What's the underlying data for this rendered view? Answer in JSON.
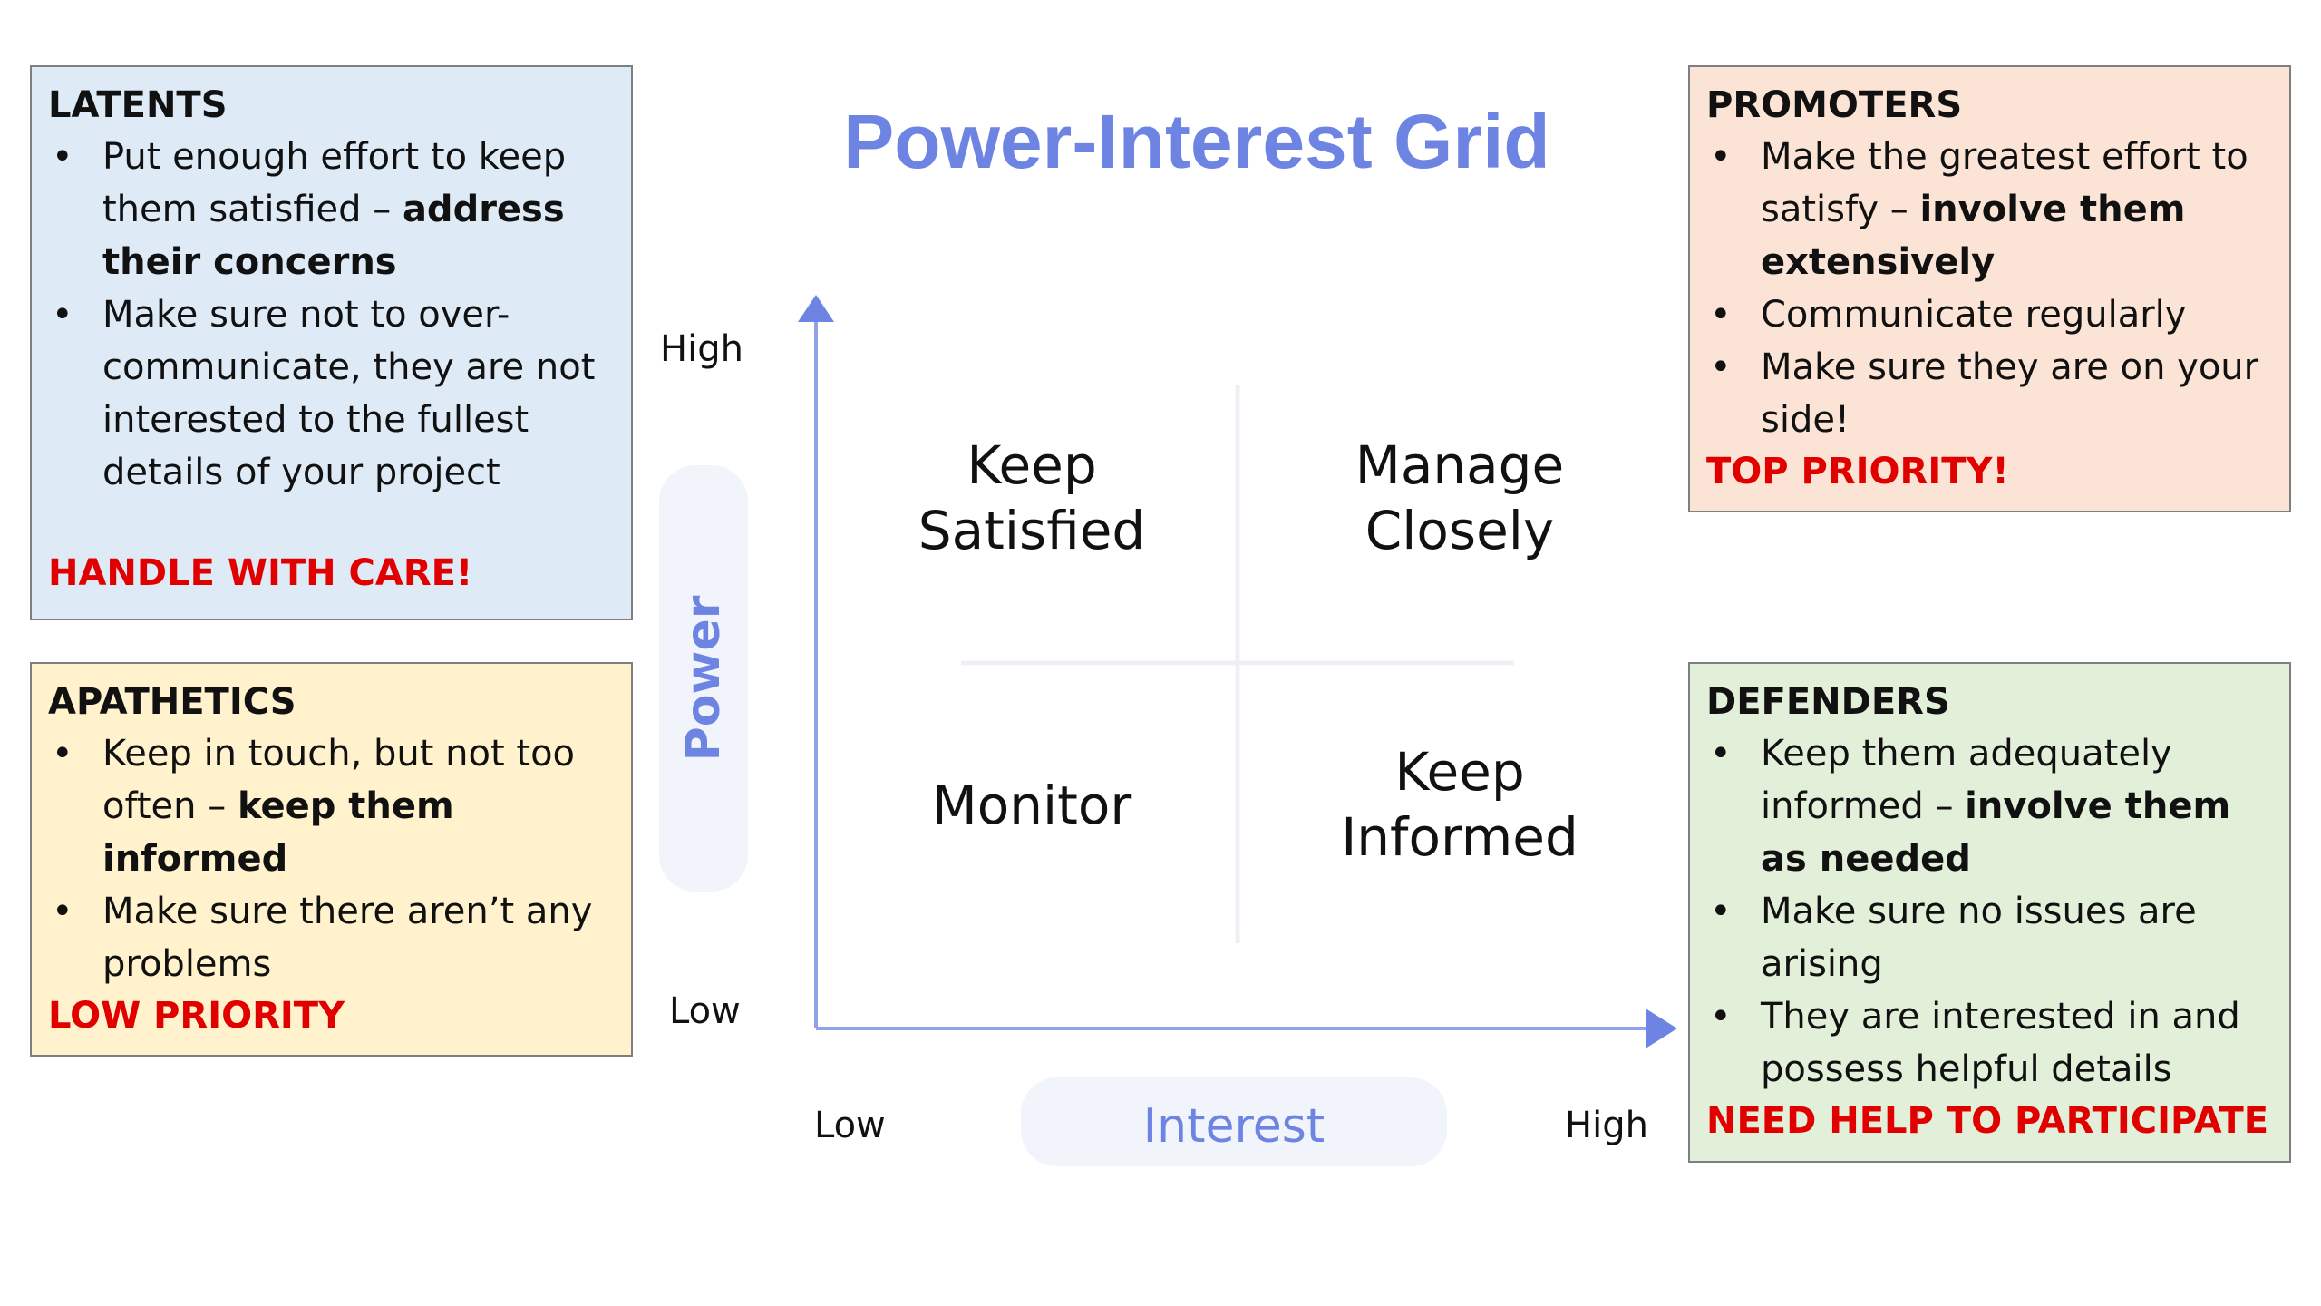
{
  "title": "Power-Interest Grid",
  "axes": {
    "y_label": "Power",
    "x_label": "Interest",
    "y_high": "High",
    "y_low": "Low",
    "x_low": "Low",
    "x_high": "High"
  },
  "quadrants": {
    "top_left": [
      "Keep",
      "Satisfied"
    ],
    "top_right": [
      "Manage",
      "Closely"
    ],
    "bottom_left": [
      "Monitor"
    ],
    "bottom_right": [
      "Keep",
      "Informed"
    ]
  },
  "boxes": {
    "latents": {
      "heading": "LATENTS",
      "bullet1_text": "Put enough effort to keep them satisfied – ",
      "bullet1_bold": "address their concerns",
      "bullet2_text": "Make sure not to over-communicate, they are not interested to the fullest details of your project",
      "flag": "HANDLE WITH CARE!",
      "bg": "#deebf7"
    },
    "apathetics": {
      "heading": "APATHETICS",
      "bullet1_text": "Keep in touch, but not too often – ",
      "bullet1_bold": "keep them informed",
      "bullet2_text": "Make sure there aren’t any problems",
      "flag": "LOW PRIORITY",
      "bg": "#fff2cc"
    },
    "promoters": {
      "heading": "PROMOTERS",
      "bullet1_text": "Make the greatest effort to satisfy – ",
      "bullet1_bold": "involve them extensively",
      "bullet2_text": "Communicate regularly",
      "bullet3_text": "Make sure they are on your side!",
      "flag": "TOP PRIORITY!",
      "bg": "#fbe4d5"
    },
    "defenders": {
      "heading": "DEFENDERS",
      "bullet1_text": "Keep them adequately informed – ",
      "bullet1_bold": "involve them as needed",
      "bullet2_text": "Make sure no issues are arising",
      "bullet3_text": "They are interested in and possess helpful details",
      "flag": "NEED HELP TO PARTICIPATE",
      "bg": "#e2efd9"
    }
  },
  "colors": {
    "accent": "#6d84e3",
    "axis": "#8fa2ea",
    "flag": "#e00000",
    "border": "#7f7f7f"
  }
}
